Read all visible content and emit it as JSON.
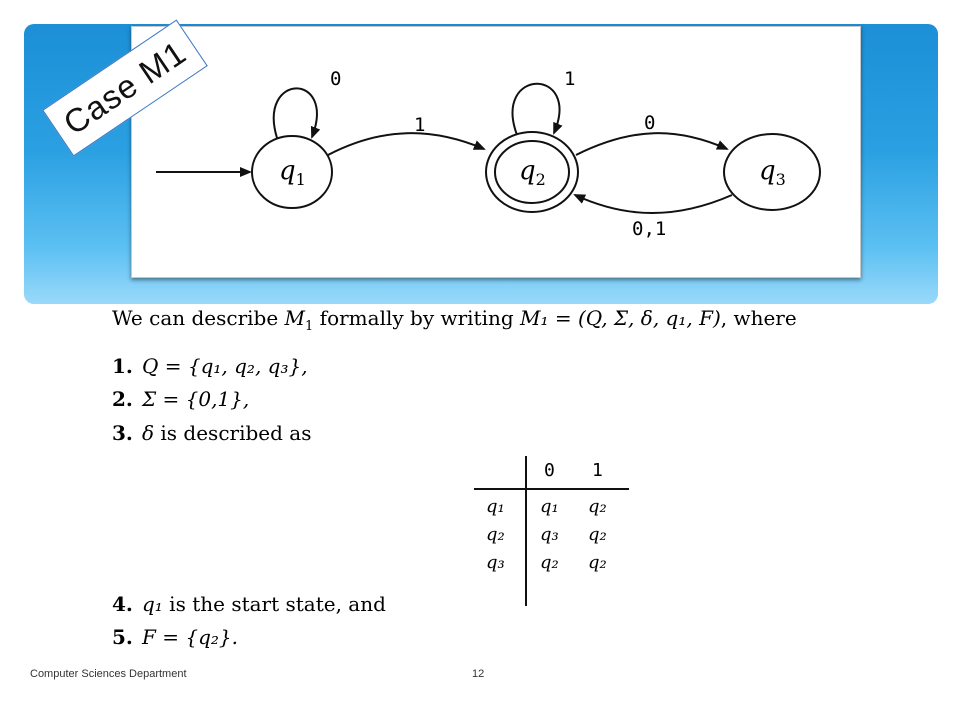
{
  "slide": {
    "case_label": "Case M1",
    "footer_department": "Computer Sciences Department",
    "page_number": "12",
    "colors": {
      "header_band": "#2a9fe0",
      "case_border": "#3b74c4"
    }
  },
  "diagram": {
    "states": [
      {
        "name": "q",
        "sub": "1"
      },
      {
        "name": "q",
        "sub": "2"
      },
      {
        "name": "q",
        "sub": "3"
      }
    ],
    "edges": {
      "q1_loop": "0",
      "q2_loop": "1",
      "q1_to_q2": "1",
      "q2_to_q3": "0",
      "q3_to_q2": "0,1"
    }
  },
  "description": {
    "intro_prefix": "We can describe ",
    "intro_m1": "M",
    "intro_m1_sub": "1",
    "intro_mid": " formally by writing ",
    "intro_tuple": "M₁ = (Q, Σ, δ, q₁, F)",
    "intro_suffix": ", where",
    "items": [
      {
        "num": "1.",
        "text": "Q = {q₁, q₂, q₃},"
      },
      {
        "num": "2.",
        "text": "Σ = {0,1},"
      },
      {
        "num": "3.",
        "text_math": "δ",
        "text_rest": " is described as"
      },
      {
        "num": "4.",
        "text_math": "q₁",
        "text_rest": " is the start state, and"
      },
      {
        "num": "5.",
        "text": "F = {q₂}."
      }
    ]
  },
  "transition_table": {
    "columns": [
      "0",
      "1"
    ],
    "rows": [
      {
        "state": "q₁",
        "on0": "q₁",
        "on1": "q₂"
      },
      {
        "state": "q₂",
        "on0": "q₃",
        "on1": "q₂"
      },
      {
        "state": "q₃",
        "on0": "q₂",
        "on1": "q₂"
      }
    ]
  }
}
